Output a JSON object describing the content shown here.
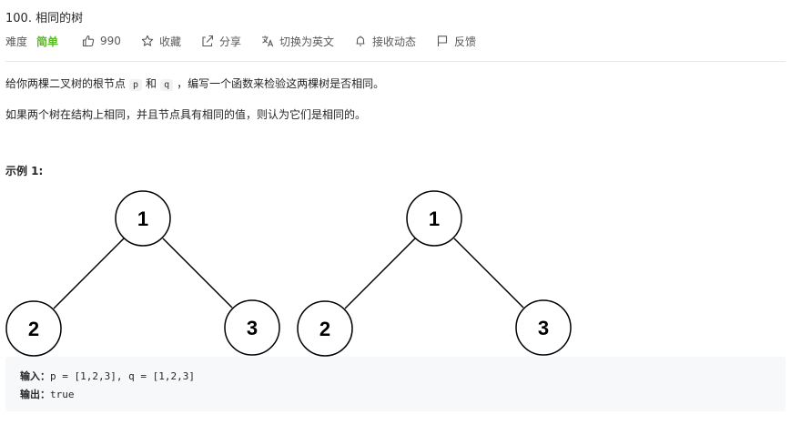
{
  "problem": {
    "title": "100. 相同的树",
    "difficulty_label": "难度",
    "difficulty_value": "简单",
    "likes": "990",
    "collect": "收藏",
    "share": "分享",
    "switch_lang": "切换为英文",
    "notifications": "接收动态",
    "feedback": "反馈"
  },
  "description": {
    "line1_a": "给你两棵二叉树的根节点",
    "line1_p": "p",
    "line1_and": "和",
    "line1_q": "q",
    "line1_b": "，编写一个函数来检验这两棵树是否相同。",
    "line2": "如果两个树在结构上相同，并且节点具有相同的值，则认为它们是相同的。"
  },
  "example": {
    "title": "示例 1:",
    "tree_left": {
      "root": "1",
      "left": "2",
      "right": "3"
    },
    "tree_right": {
      "root": "1",
      "left": "2",
      "right": "3"
    },
    "input_label": "输入：",
    "input_value": "p = [1,2,3], q = [1,2,3]",
    "output_label": "输出：",
    "output_value": "true"
  },
  "colors": {
    "difficulty_easy": "#5ab726",
    "code_bg": "#f7f8fa"
  }
}
